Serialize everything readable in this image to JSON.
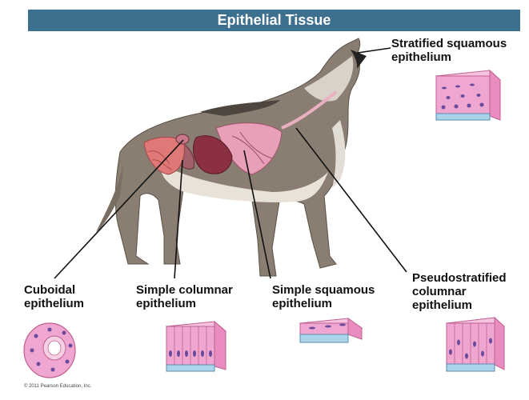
{
  "title": "Epithelial Tissue",
  "labels": {
    "stratified_squamous": [
      "Stratified squamous",
      "epithelium"
    ],
    "cuboidal": [
      "Cuboidal",
      "epithelium"
    ],
    "simple_columnar": [
      "Simple columnar",
      "epithelium"
    ],
    "simple_squamous": [
      "Simple squamous",
      "epithelium"
    ],
    "pseudostratified": [
      "Pseudostratified",
      "columnar",
      "epithelium"
    ]
  },
  "copyright": "© 2011 Pearson Education, Inc.",
  "colors": {
    "banner": "#3d6f8f",
    "cell_pink": "#ef9fcf",
    "nucleus": "#5a3e8f",
    "basement": "#a9d4ea",
    "fur": "#8a7e72"
  }
}
